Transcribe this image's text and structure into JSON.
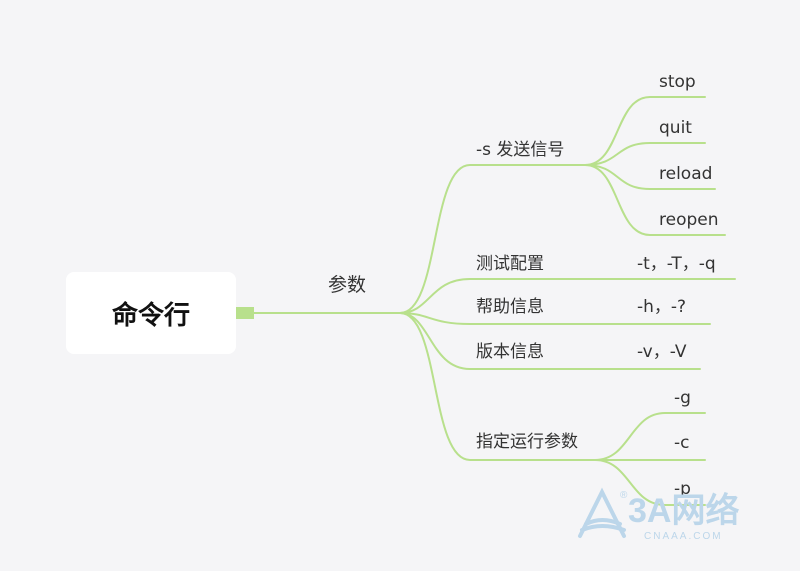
{
  "root": {
    "label": "命令行"
  },
  "params": {
    "label": "参数",
    "branches": [
      {
        "label": "-s 发送信号",
        "children": [
          "stop",
          "quit",
          "reload",
          "reopen"
        ]
      },
      {
        "label": "测试配置",
        "value": "-t，-T，-q"
      },
      {
        "label": "帮助信息",
        "value": "-h，-?"
      },
      {
        "label": "版本信息",
        "value": "-v，-V"
      },
      {
        "label": "指定运行参数",
        "children": [
          "-g",
          "-c",
          "-p"
        ]
      }
    ]
  },
  "watermark": {
    "brand": "3A网络",
    "sub": "CNAAA.COM",
    "mark": "®"
  },
  "colors": {
    "branch": "#b8e08c",
    "background": "#f5f5f7"
  }
}
